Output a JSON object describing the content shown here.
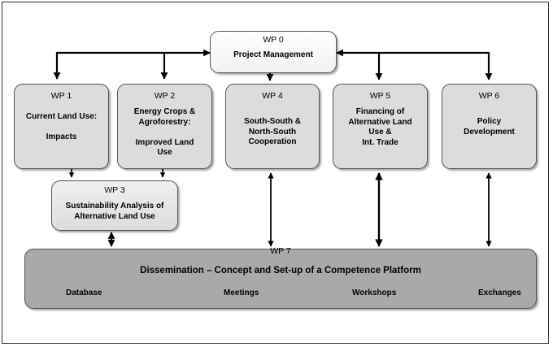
{
  "wp0": {
    "id": "WP 0",
    "title": "Project Management"
  },
  "wp1": {
    "id": "WP 1",
    "title": "Current Land Use:\n\nImpacts"
  },
  "wp2": {
    "id": "WP 2",
    "title": "Energy Crops &\nAgroforestry:\n\nImproved Land\nUse"
  },
  "wp3": {
    "id": "WP 3",
    "title": "Sustainability Analysis of\nAlternative Land Use"
  },
  "wp4": {
    "id": "WP 4",
    "title": "South-South &\nNorth-South\nCooperation"
  },
  "wp5": {
    "id": "WP 5",
    "title": "Financing of\nAlternative Land\nUse &\nInt. Trade"
  },
  "wp6": {
    "id": "WP 6",
    "title": "Policy\nDevelopment"
  },
  "wp7": {
    "id": "WP 7",
    "title": "Dissemination – Concept and Set-up of a Competence Platform",
    "items": [
      "Database",
      "Meetings",
      "Workshops",
      "Exchanges"
    ]
  },
  "colors": {
    "box_fill": "#dcdcdc",
    "platform_fill": "#a9a9a9",
    "arrow": "#000000"
  }
}
